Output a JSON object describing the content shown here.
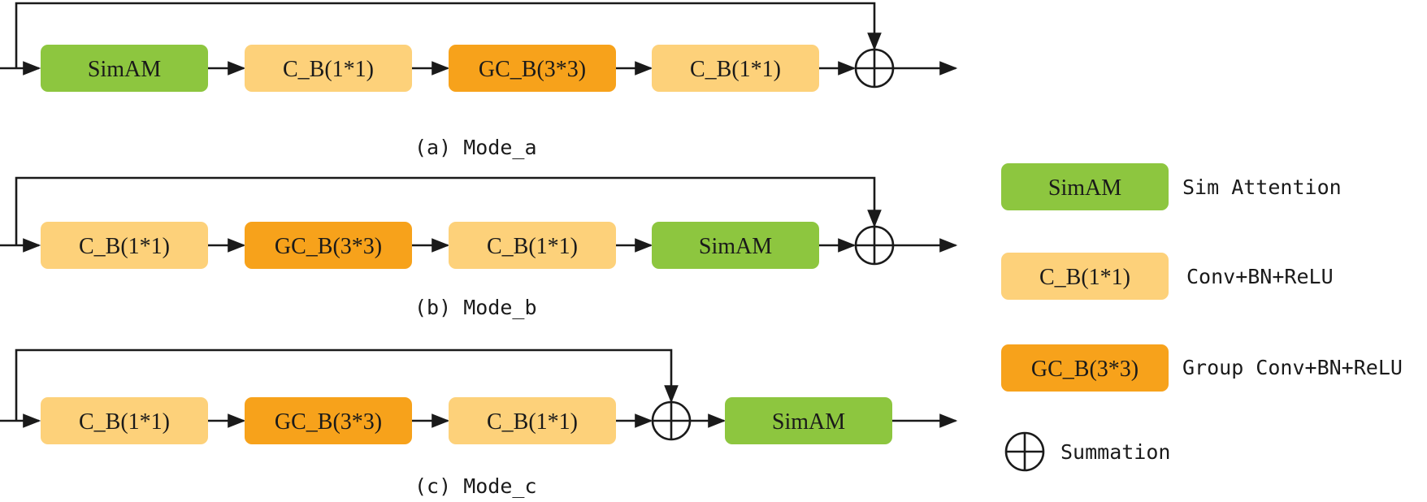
{
  "colors": {
    "simam": "#8dc63f",
    "conv": "#fdd17a",
    "gconv": "#f7a21b",
    "stroke": "#1a1a1a"
  },
  "blocks": {
    "simam": "SimAM",
    "conv": "C_B(1*1)",
    "gconv": "GC_B(3*3)"
  },
  "captions": {
    "a": "(a) Mode_a",
    "b": "(b) Mode_b",
    "c": "(c) Mode_c"
  },
  "legend": {
    "simam_desc": "Sim Attention",
    "conv_desc": "Conv+BN+ReLU",
    "gconv_desc": "Group Conv+BN+ReLU",
    "sum_desc": "Summation"
  }
}
